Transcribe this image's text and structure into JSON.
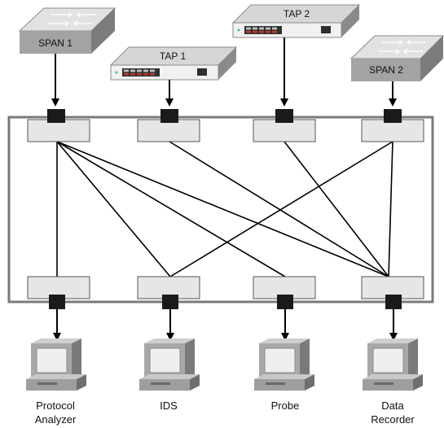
{
  "sources": [
    {
      "id": "span1",
      "kind": "switch",
      "label": "SPAN 1"
    },
    {
      "id": "tap1",
      "kind": "tap",
      "label": "TAP 1"
    },
    {
      "id": "tap2",
      "kind": "tap",
      "label": "TAP 2"
    },
    {
      "id": "span2",
      "kind": "switch",
      "label": "SPAN 2"
    }
  ],
  "destinations": [
    {
      "id": "protocol-analyzer",
      "label_lines": [
        "Protocol",
        "Analyzer"
      ]
    },
    {
      "id": "ids",
      "label_lines": [
        "IDS"
      ]
    },
    {
      "id": "probe",
      "label_lines": [
        "Probe"
      ]
    },
    {
      "id": "data-recorder",
      "label_lines": [
        "Data",
        "Recorder"
      ]
    }
  ],
  "connections": [
    {
      "from": 0,
      "to": 0
    },
    {
      "from": 0,
      "to": 1
    },
    {
      "from": 0,
      "to": 2
    },
    {
      "from": 0,
      "to": 3
    },
    {
      "from": 1,
      "to": 3
    },
    {
      "from": 2,
      "to": 3
    },
    {
      "from": 3,
      "to": 1
    },
    {
      "from": 3,
      "to": 3
    }
  ],
  "colors": {
    "device_top": "#d9d9d9",
    "device_side": "#9e9e9e",
    "port_fill": "#e6e6e6",
    "frame": "#7a7a7a",
    "line": "#000000"
  }
}
